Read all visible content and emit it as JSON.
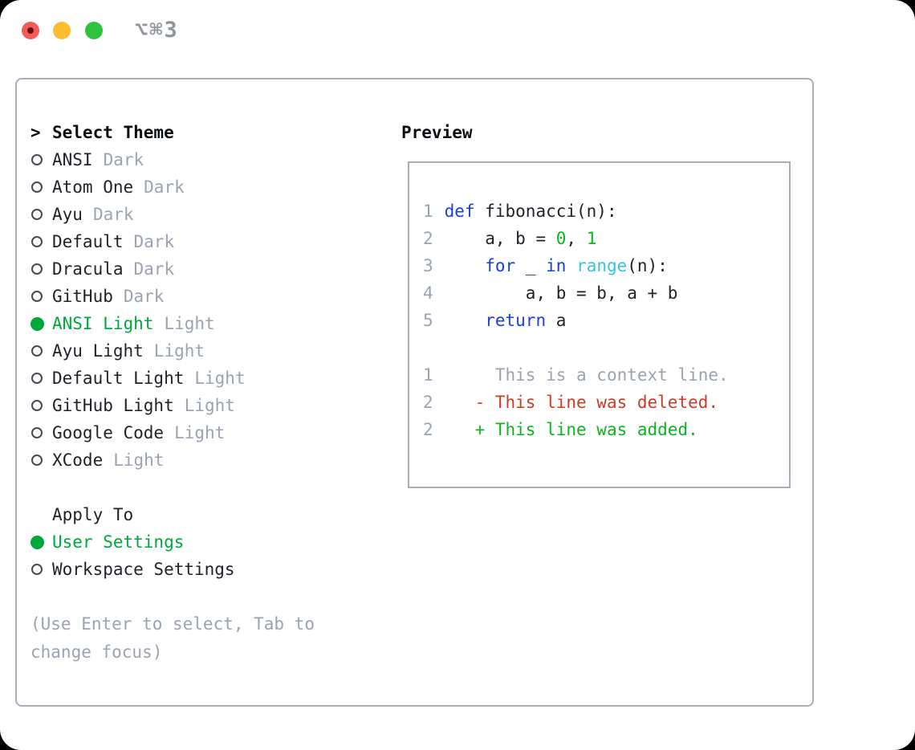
{
  "window": {
    "titlebar_shortcut": "⌥⌘3"
  },
  "left": {
    "header_prefix": ">",
    "header": "Select Theme",
    "themes": [
      {
        "name": "ANSI",
        "variant": "Dark",
        "selected": false
      },
      {
        "name": "Atom One",
        "variant": "Dark",
        "selected": false
      },
      {
        "name": "Ayu",
        "variant": "Dark",
        "selected": false
      },
      {
        "name": "Default",
        "variant": "Dark",
        "selected": false
      },
      {
        "name": "Dracula",
        "variant": "Dark",
        "selected": false
      },
      {
        "name": "GitHub",
        "variant": "Dark",
        "selected": false
      },
      {
        "name": "ANSI Light",
        "variant": "Light",
        "selected": true
      },
      {
        "name": "Ayu Light",
        "variant": "Light",
        "selected": false
      },
      {
        "name": "Default Light",
        "variant": "Light",
        "selected": false
      },
      {
        "name": "GitHub Light",
        "variant": "Light",
        "selected": false
      },
      {
        "name": "Google Code",
        "variant": "Light",
        "selected": false
      },
      {
        "name": "XCode",
        "variant": "Light",
        "selected": false
      }
    ],
    "apply_header": "Apply To",
    "apply_options": [
      {
        "name": "User Settings",
        "selected": true
      },
      {
        "name": "Workspace Settings",
        "selected": false
      }
    ],
    "hint_lines": [
      "(Use Enter to select, Tab to",
      "change focus)"
    ]
  },
  "preview": {
    "header": "Preview",
    "code_lines": [
      {
        "num": "1",
        "segments": [
          {
            "t": "def",
            "c": "kw"
          },
          {
            "t": " fibonacci(n):",
            "c": "fg"
          }
        ]
      },
      {
        "num": "2",
        "segments": [
          {
            "t": "    a, b = ",
            "c": "fg"
          },
          {
            "t": "0",
            "c": "num"
          },
          {
            "t": ", ",
            "c": "fg"
          },
          {
            "t": "1",
            "c": "num"
          }
        ]
      },
      {
        "num": "3",
        "segments": [
          {
            "t": "    ",
            "c": "fg"
          },
          {
            "t": "for",
            "c": "kw"
          },
          {
            "t": " _ ",
            "c": "fg"
          },
          {
            "t": "in",
            "c": "kw"
          },
          {
            "t": " ",
            "c": "fg"
          },
          {
            "t": "range",
            "c": "fn"
          },
          {
            "t": "(n):",
            "c": "fg"
          }
        ]
      },
      {
        "num": "4",
        "segments": [
          {
            "t": "        a, b = b, a + b",
            "c": "fg"
          }
        ]
      },
      {
        "num": "5",
        "segments": [
          {
            "t": "    ",
            "c": "fg"
          },
          {
            "t": "return",
            "c": "kw"
          },
          {
            "t": " a",
            "c": "fg"
          }
        ]
      },
      {
        "num": "",
        "segments": []
      },
      {
        "num": "1",
        "segments": [
          {
            "t": "     This is a context line.",
            "c": "ctx"
          }
        ]
      },
      {
        "num": "2",
        "segments": [
          {
            "t": "   - This line was deleted.",
            "c": "del"
          }
        ]
      },
      {
        "num": "2",
        "segments": [
          {
            "t": "   + This line was added.",
            "c": "add"
          }
        ]
      }
    ]
  },
  "colors": {
    "fg": "#1e2228",
    "muted": "#9aa3b1",
    "border": "#a7aeb8",
    "green": "#00a83c",
    "codegreen": "#0cb51f",
    "kw": "#1b41d8",
    "fn": "#35c3e0",
    "del": "#c73d28",
    "radio-ring": "#434a54",
    "title-gray": "#8f959d",
    "traffic-red": "#f35c54",
    "traffic-red-dot": "#641410",
    "traffic-yellow": "#fdbd2e",
    "traffic-green": "#2ec33d"
  }
}
